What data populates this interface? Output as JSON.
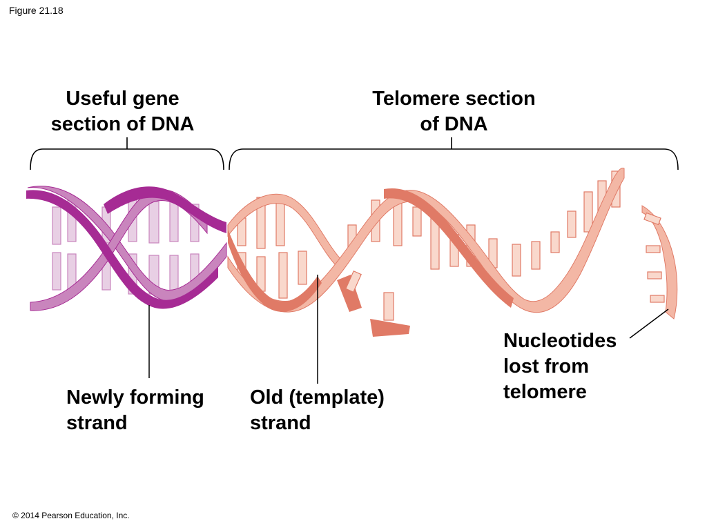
{
  "figure_number": "Figure 21.18",
  "labels": {
    "useful_gene": [
      "Useful gene",
      "section of DNA"
    ],
    "telomere_section": [
      "Telomere section",
      "of DNA"
    ],
    "newly_forming": [
      "Newly forming",
      "strand"
    ],
    "old_template": [
      "Old (template)",
      "strand"
    ],
    "nucleotides_lost": [
      "Nucleotides",
      "lost from",
      "telomere"
    ]
  },
  "copyright": "© 2014 Pearson Education, Inc.",
  "colors": {
    "gene_strand": "#a62b94",
    "gene_strand_light": "#c985bd",
    "gene_rung": "#e8cfe4",
    "telomere_strand": "#e07a66",
    "telomere_strand_light": "#f3b7a5",
    "telomere_rung": "#f9d8cc",
    "line": "#000000"
  }
}
